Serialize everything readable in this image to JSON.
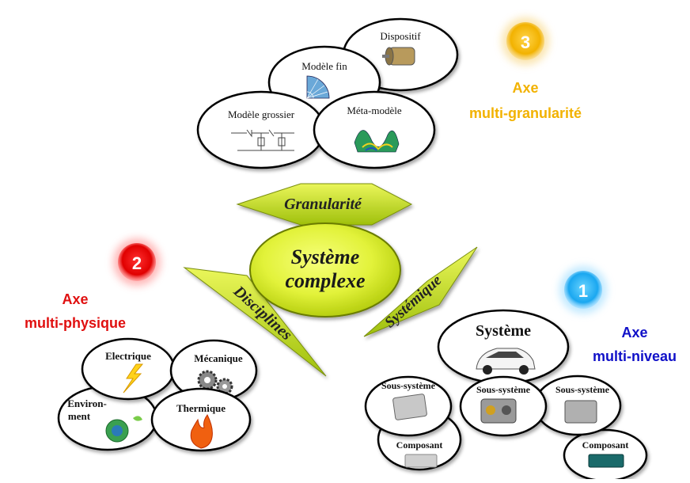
{
  "center": {
    "line1": "Système",
    "line2": "complexe"
  },
  "arrows": {
    "top": "Granularité",
    "left": "Disciplines",
    "right": "Systémique"
  },
  "axes": {
    "granularity": {
      "number": "3",
      "title": "Axe",
      "subtitle": "multi-granularité",
      "color": "#f5b800",
      "items": [
        "Modèle grossier",
        "Modèle fin",
        "Dispositif",
        "Méta-modèle"
      ]
    },
    "physics": {
      "number": "2",
      "title": "Axe",
      "subtitle": "multi-physique",
      "color": "#e01010",
      "items": [
        "Electrique",
        "Mécanique",
        "Environ-",
        "ment",
        "Thermique"
      ]
    },
    "level": {
      "number": "1",
      "title": "Axe",
      "subtitle": "multi-niveau",
      "color": "#1010c8",
      "system": "Système",
      "subsystems": [
        "Sous-système",
        "Sous-système",
        "Sous-système"
      ],
      "components": [
        "Composant",
        "Composant"
      ]
    }
  }
}
